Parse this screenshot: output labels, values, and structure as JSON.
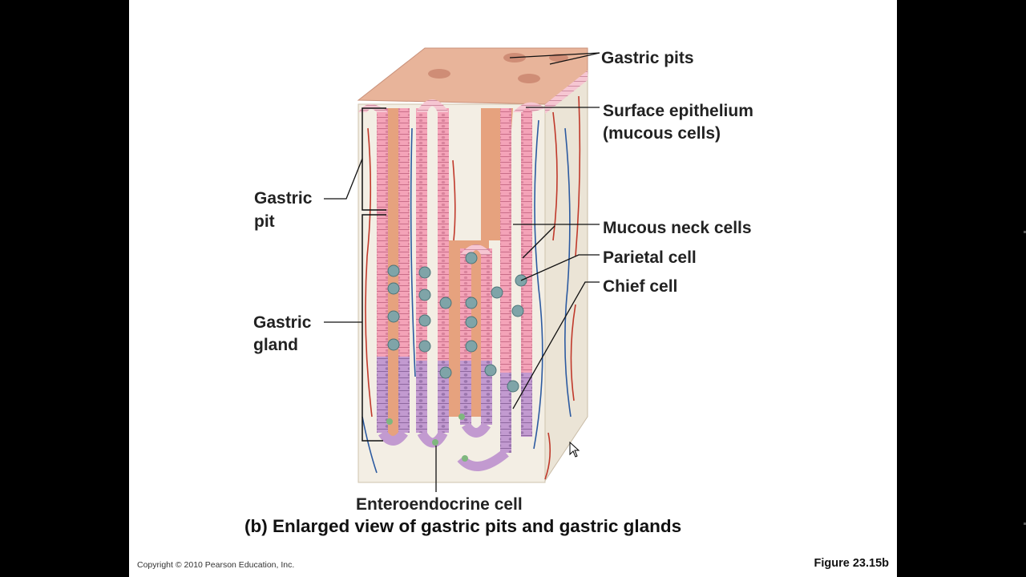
{
  "labels": {
    "gastric_pits": "Gastric pits",
    "surface_epithelium_line1": "Surface epithelium",
    "surface_epithelium_line2": "(mucous cells)",
    "gastric_pit_line1": "Gastric",
    "gastric_pit_line2": "pit",
    "mucous_neck_cells": "Mucous neck cells",
    "parietal_cell": "Parietal cell",
    "chief_cell": "Chief cell",
    "gastric_gland_line1": "Gastric",
    "gastric_gland_line2": "gland",
    "enteroendocrine_cell": "Enteroendocrine cell"
  },
  "caption": "(b) Enlarged view of gastric pits and gastric glands",
  "footer": {
    "copyright": "Copyright © 2010 Pearson Education, Inc.",
    "figure_number": "Figure 23.15b"
  },
  "colors": {
    "surface_tissue": "#e8b49a",
    "lamina_propria": "#f2ede3",
    "pit_epithelium": "#f4a3b8",
    "chief_cells": "#b98fc9",
    "parietal_cells": "#7fa4a8",
    "lumen": "#e6a27e",
    "vessel_red": "#c0392b",
    "vessel_blue": "#2c5aa0"
  }
}
